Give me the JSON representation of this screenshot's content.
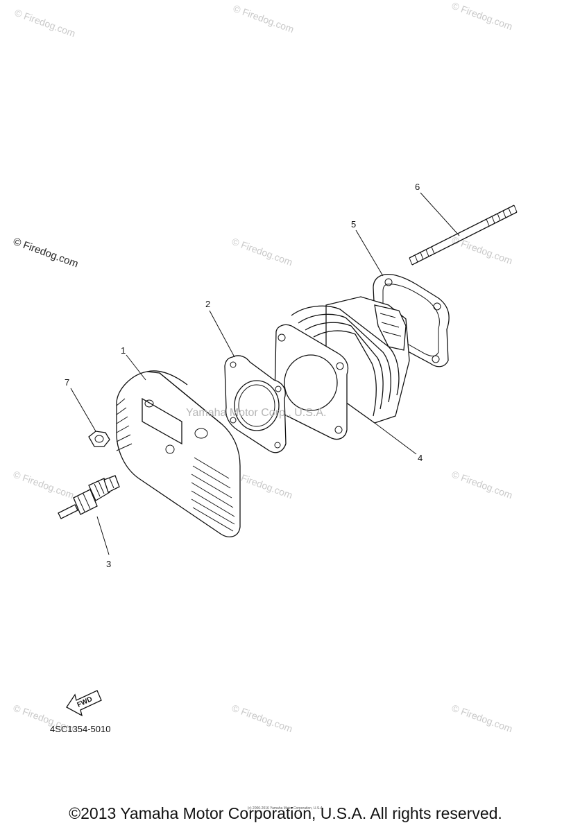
{
  "watermark": {
    "text": "© Firedog.com",
    "center_text": "Yamaha Motor Corp., U.S.A."
  },
  "callouts": [
    "1",
    "2",
    "3",
    "4",
    "5",
    "6",
    "7"
  ],
  "fwd_label": "FWD",
  "part_code": "4SC1354-5010",
  "tiny_credit": "(c) 2006-2016 Yamaha Motor Corporation, U.S.A.",
  "copyright": "©2013 Yamaha Motor Corporation, U.S.A. All rights reserved."
}
